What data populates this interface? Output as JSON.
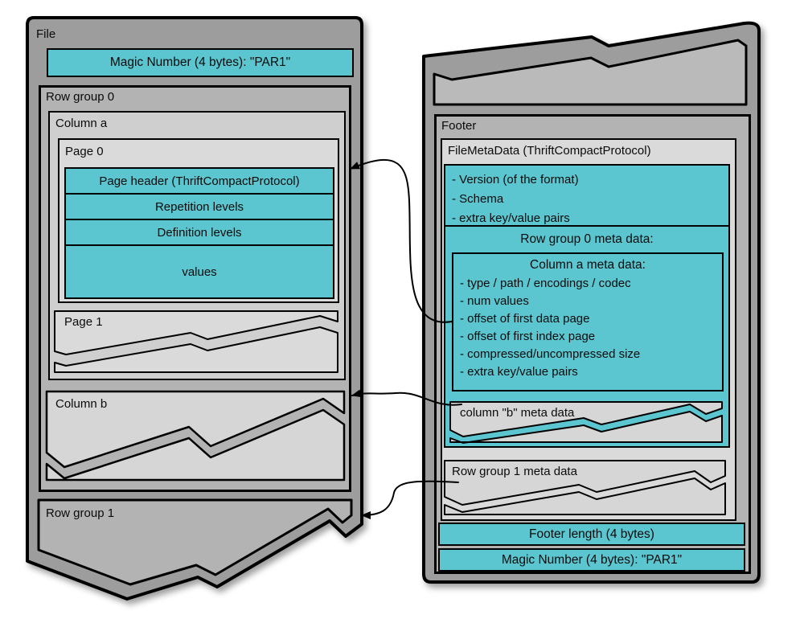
{
  "file_panel": {
    "title": "File",
    "magic_number": "Magic Number (4 bytes): \"PAR1\"",
    "row_group_0": {
      "title": "Row group 0",
      "column_a": {
        "title": "Column a",
        "page_0": {
          "title": "Page 0",
          "rows": [
            "Page header (ThriftCompactProtocol)",
            "Repetition levels",
            "Definition levels",
            "values"
          ]
        },
        "page_1": {
          "title": "Page 1"
        }
      },
      "column_b": {
        "title": "Column b"
      }
    },
    "row_group_1": {
      "title": "Row group 1"
    }
  },
  "footer_panel": {
    "title": "Footer",
    "file_meta_data": {
      "title": "FileMetaData (ThriftCompactProtocol)",
      "fields": [
        "- Version (of the format)",
        "- Schema",
        "- extra key/value pairs"
      ],
      "row_group_0_meta": {
        "title": "Row group 0 meta data:",
        "column_a_meta": {
          "title": "Column a meta data:",
          "fields": [
            "- type / path / encodings / codec",
            "- num values",
            "- offset of first data page",
            "- offset of first index page",
            "- compressed/uncompressed size",
            "- extra key/value pairs"
          ]
        },
        "column_b_meta": {
          "title": "column \"b\" meta data"
        }
      },
      "row_group_1_meta": {
        "title": "Row group 1 meta data"
      }
    },
    "footer_length": "Footer length (4 bytes)",
    "magic_number": "Magic Number (4 bytes): \"PAR1\""
  },
  "colors": {
    "teal": "#5cc6d0",
    "panel_gray": "#9d9d9d",
    "group_gray": "#b3b3b3",
    "light_gray": "#dadada",
    "border": "#000000"
  }
}
